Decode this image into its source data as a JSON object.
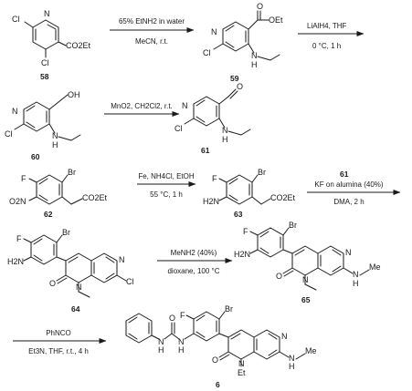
{
  "compounds": {
    "c58": "58",
    "c59": "59",
    "c60": "60",
    "c61": "61",
    "c62": "62",
    "c63": "63",
    "c64": "64",
    "c65": "65",
    "c6": "6"
  },
  "atoms": {
    "Cl": "Cl",
    "N": "N",
    "O": "O",
    "F": "F",
    "Br": "Br",
    "H": "H",
    "CO2Et": "CO2Et",
    "OEt": "OEt",
    "OH": "OH",
    "O2N": "O2N",
    "H2N": "H2N",
    "Me": "Me",
    "Et": "Et"
  },
  "reactions": {
    "r1_top": "65% EtNH2 in water",
    "r1_bottom": "MeCN, r.t.",
    "r2_top": "LiAlH4, THF",
    "r2_bottom": "0 °C, 1 h",
    "r3_top": "MnO2, CH2Cl2, r.t.",
    "r4_top": "Fe, NH4Cl, EtOH",
    "r4_bottom": "55 °C, 1 h",
    "r5_reagent_ref": "61",
    "r5_top": "KF on alumina (40%)",
    "r5_bottom": "DMA, 2 h",
    "r6_top": "MeNH2 (40%)",
    "r6_bottom": "dioxane, 100 °C",
    "r7_top": "PhNCO",
    "r7_bottom": "Et3N, THF, r.t., 4 h"
  }
}
